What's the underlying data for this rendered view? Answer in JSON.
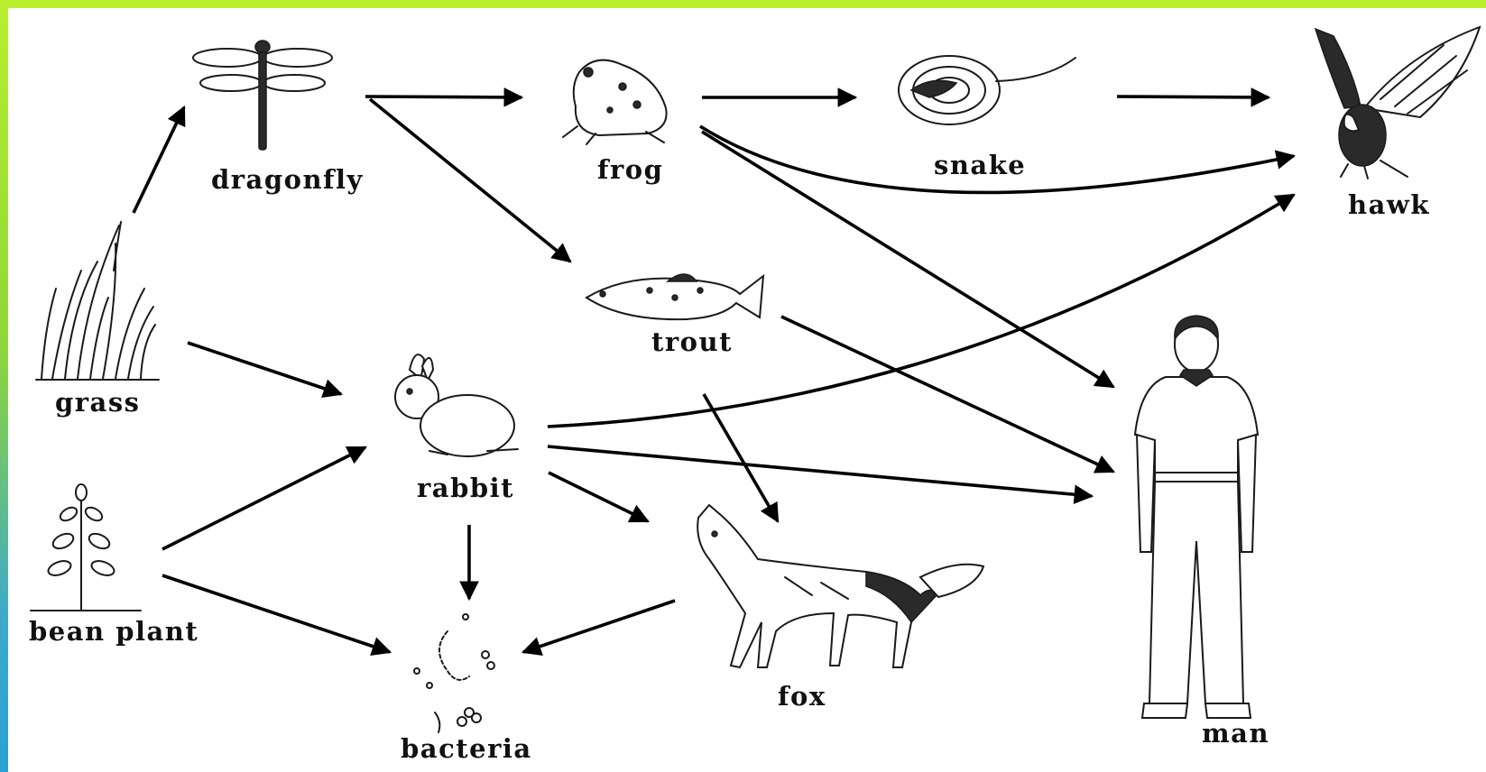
{
  "colors": {
    "frame": "#b8ef2e",
    "strip_bottom": "#2aa0d4",
    "ink": "#000000",
    "background": "#ffffff"
  },
  "organisms": {
    "dragonfly": {
      "label": "dragonfly",
      "icon": "dragonfly-icon"
    },
    "frog": {
      "label": "frog",
      "icon": "frog-icon"
    },
    "snake": {
      "label": "snake",
      "icon": "snake-icon"
    },
    "hawk": {
      "label": "hawk",
      "icon": "hawk-icon"
    },
    "grass": {
      "label": "grass",
      "icon": "grass-icon"
    },
    "trout": {
      "label": "trout",
      "icon": "trout-icon"
    },
    "rabbit": {
      "label": "rabbit",
      "icon": "rabbit-icon"
    },
    "bean_plant": {
      "label": "bean plant",
      "icon": "bean-plant-icon"
    },
    "fox": {
      "label": "fox",
      "icon": "fox-icon"
    },
    "man": {
      "label": "man",
      "icon": "man-icon"
    },
    "bacteria": {
      "label": "bacteria",
      "icon": "bacteria-icon"
    }
  },
  "links": [
    {
      "from": "grass",
      "to": "dragonfly"
    },
    {
      "from": "grass",
      "to": "rabbit"
    },
    {
      "from": "bean_plant",
      "to": "rabbit"
    },
    {
      "from": "bean_plant",
      "to": "bacteria"
    },
    {
      "from": "dragonfly",
      "to": "frog"
    },
    {
      "from": "dragonfly",
      "to": "trout"
    },
    {
      "from": "frog",
      "to": "snake"
    },
    {
      "from": "frog",
      "to": "hawk"
    },
    {
      "from": "frog",
      "to": "man"
    },
    {
      "from": "snake",
      "to": "hawk"
    },
    {
      "from": "trout",
      "to": "man"
    },
    {
      "from": "trout",
      "to": "fox"
    },
    {
      "from": "rabbit",
      "to": "hawk"
    },
    {
      "from": "rabbit",
      "to": "man"
    },
    {
      "from": "rabbit",
      "to": "fox"
    },
    {
      "from": "rabbit",
      "to": "bacteria"
    },
    {
      "from": "fox",
      "to": "bacteria"
    }
  ]
}
